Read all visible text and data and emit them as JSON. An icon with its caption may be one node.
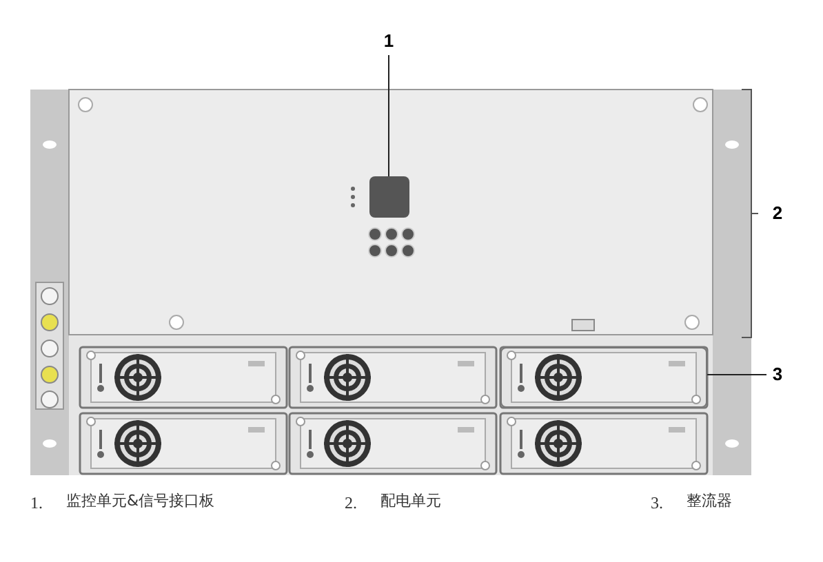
{
  "diagram": {
    "nodes": [
      {
        "text": [
          "1"
        ]
      },
      {
        "text": [],
        "shape": "box"
      },
      {
        "text": [
          "3"
        ]
      },
      {
        "text": [],
        "shape": "box"
      }
    ],
    "edges": [
      {
        "from": 0,
        "to": 1,
        "arrow": "none"
      },
      {
        "from": 2,
        "to": 3,
        "arrow": "none"
      }
    ],
    "labels": [
      "2",
      "1.",
      "监控单元&信号接口板",
      "2.",
      "配电单元",
      "3.",
      "整流器"
    ]
  }
}
